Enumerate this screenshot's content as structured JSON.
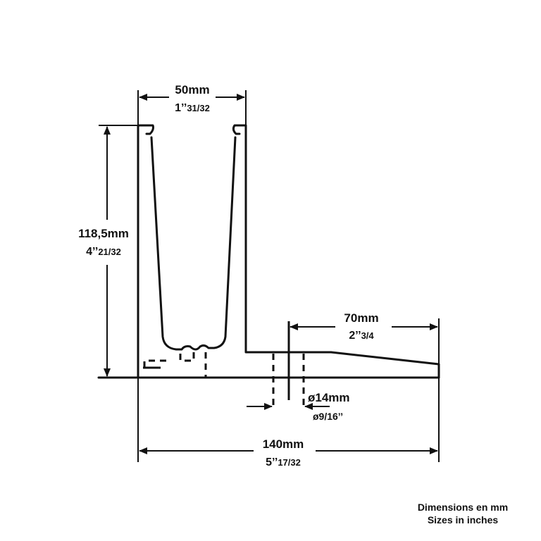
{
  "dimensions": {
    "top_width": {
      "mm": "50mm",
      "inch_whole": "1’’",
      "inch_frac": "31/32"
    },
    "height": {
      "mm": "118,5mm",
      "inch_whole": "4’’",
      "inch_frac": "21/32"
    },
    "base_ext": {
      "mm": "70mm",
      "inch_whole": "2’’",
      "inch_frac": "3/4"
    },
    "hole": {
      "mm": "ø14mm",
      "inch": "ø9/16’’"
    },
    "total_width": {
      "mm": "140mm",
      "inch_whole": "5’’",
      "inch_frac": "17/32"
    }
  },
  "legend": {
    "line1": "Dimensions en mm",
    "line2": "Sizes in inches"
  }
}
